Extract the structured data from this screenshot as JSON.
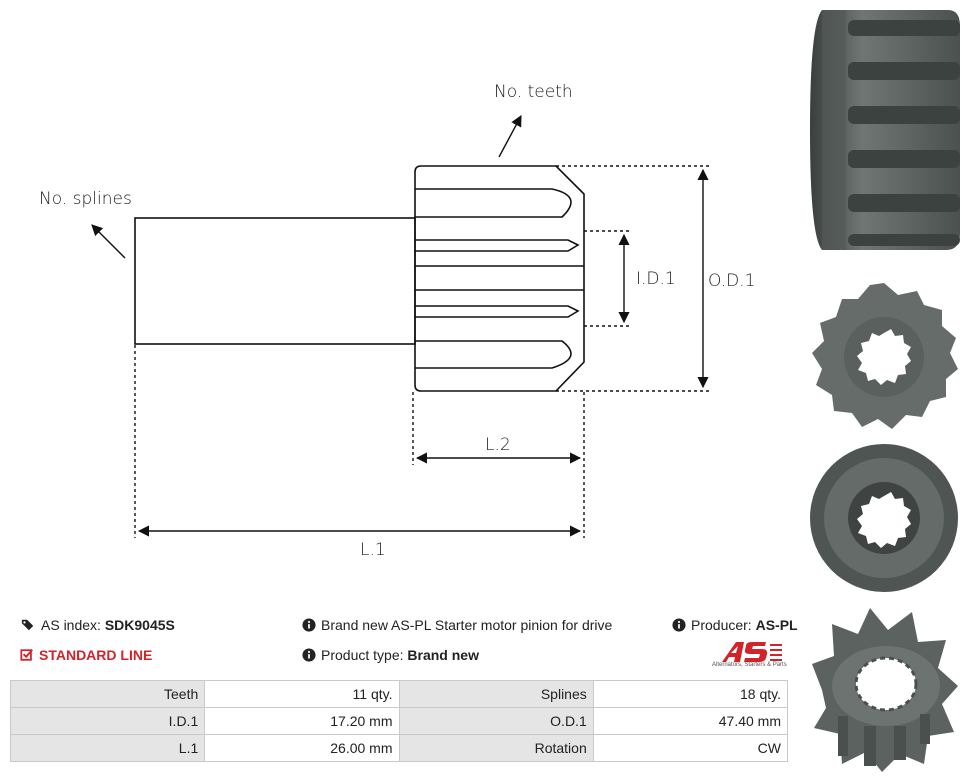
{
  "diagram": {
    "label_teeth": "No. teeth",
    "label_splines": "No. splines",
    "label_id": "I.D.1",
    "label_od": "O.D.1",
    "label_l2": "L.2",
    "label_l1": "L.1"
  },
  "info": {
    "as_index_label": "AS index:",
    "as_index_value": "SDK9045S",
    "line": "STANDARD LINE",
    "description": "Brand new AS-PL Starter motor pinion for drive",
    "product_type_label": "Product type:",
    "product_type_value": "Brand new",
    "producer_label": "Producer:",
    "producer_value": "AS-PL"
  },
  "logo": {
    "text": "AS",
    "subtitle": "Alternators, Starters & Parts",
    "color": "#d2232a"
  },
  "specs": [
    {
      "k1": "Teeth",
      "v1": "11 qty.",
      "k2": "Splines",
      "v2": "18 qty."
    },
    {
      "k1": "I.D.1",
      "v1": "17.20 mm",
      "k2": "O.D.1",
      "v2": "47.40 mm"
    },
    {
      "k1": "L.1",
      "v1": "26.00 mm",
      "k2": "Rotation",
      "v2": "CW"
    }
  ],
  "photos": [
    "pinion-side-photo",
    "pinion-front-photo",
    "pinion-back-photo",
    "pinion-angled-photo"
  ]
}
